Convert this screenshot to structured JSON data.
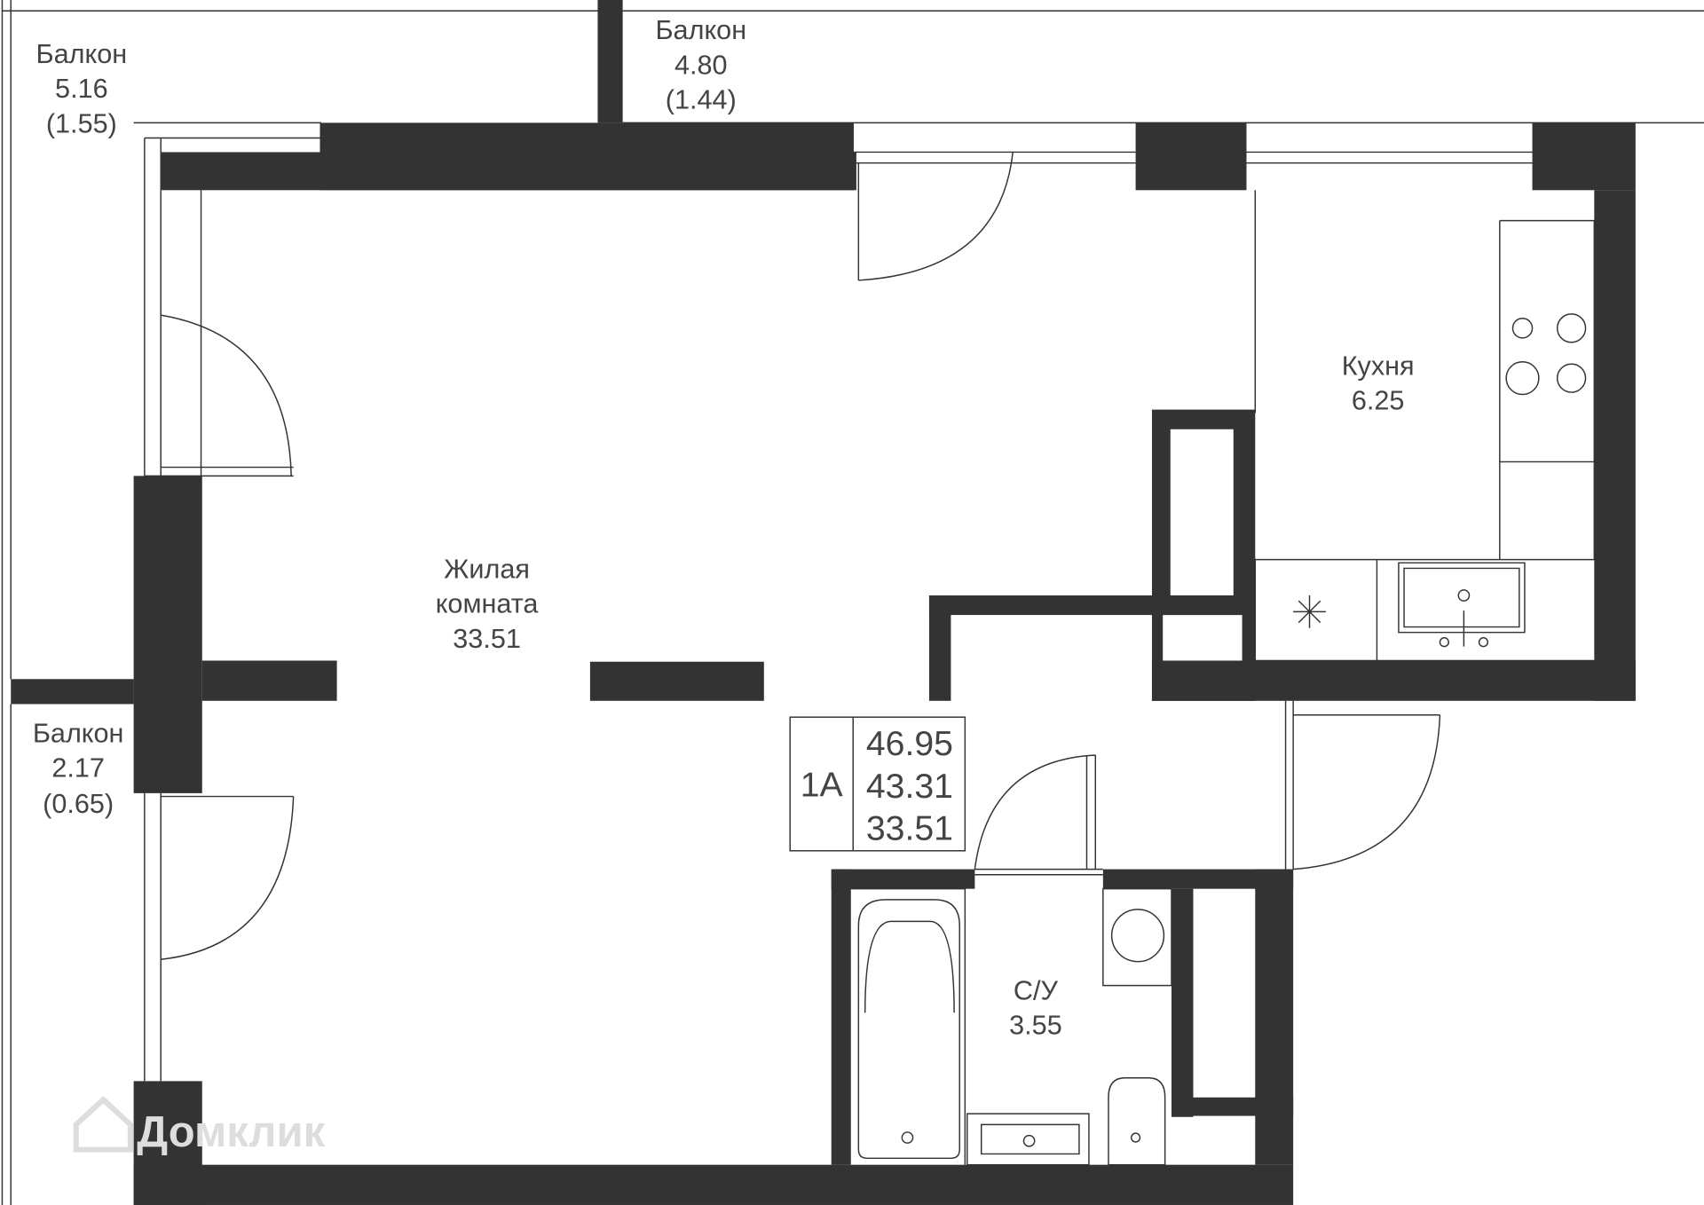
{
  "rooms": {
    "balcony_top_left": {
      "name": "Балкон",
      "area": "5.16",
      "reduced": "(1.55)"
    },
    "balcony_top": {
      "name": "Балкон",
      "area": "4.80",
      "reduced": "(1.44)"
    },
    "balcony_left": {
      "name": "Балкон",
      "area": "2.17",
      "reduced": "(0.65)"
    },
    "living": {
      "name1": "Жилая",
      "name2": "комната",
      "area": "33.51"
    },
    "kitchen": {
      "name": "Кухня",
      "area": "6.25"
    },
    "bathroom": {
      "name": "С/У",
      "area": "3.55"
    }
  },
  "info": {
    "type": "1А",
    "total": "46.95",
    "living_total": "43.31",
    "living": "33.51"
  },
  "watermark": "Домклик",
  "colors": {
    "wall": "#333333"
  }
}
